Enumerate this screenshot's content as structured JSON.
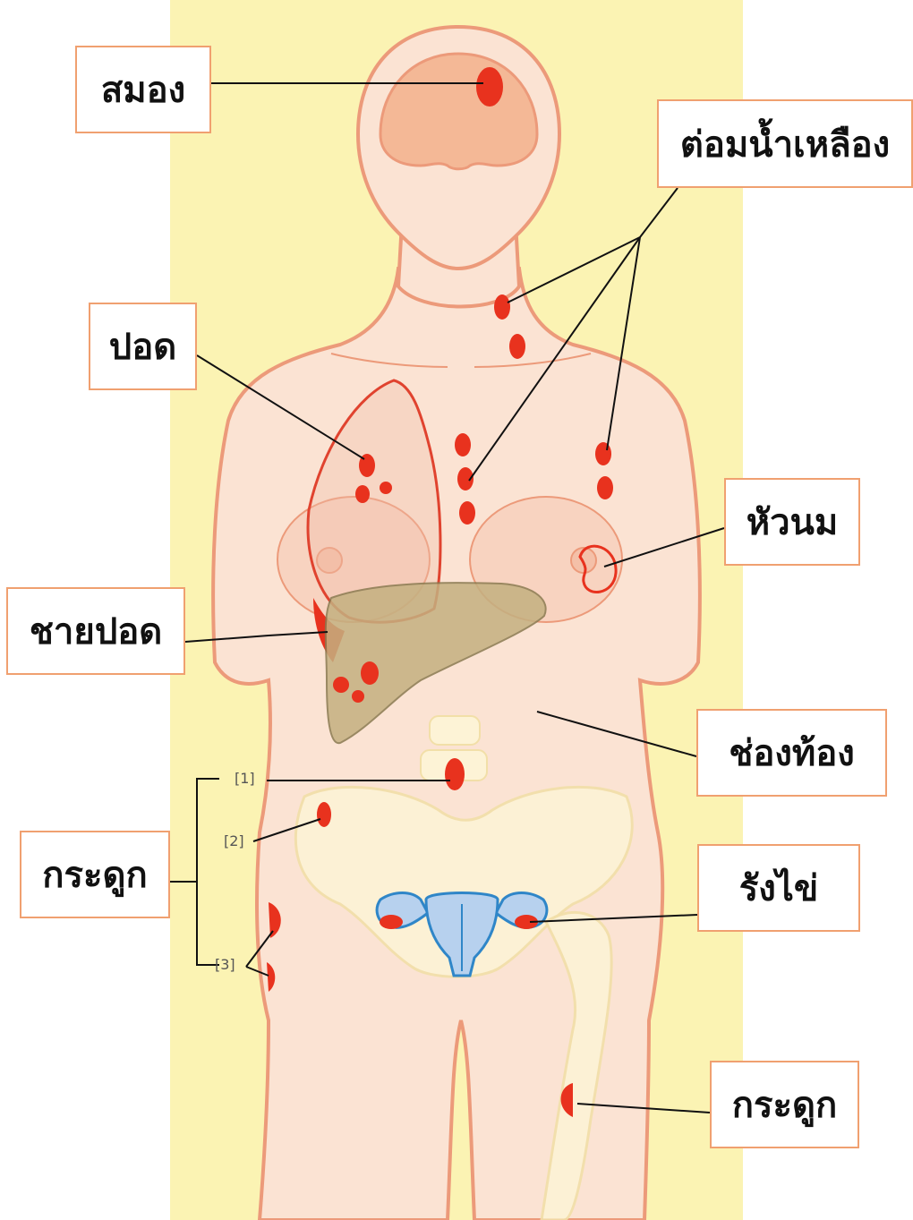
{
  "colors": {
    "background": "#fbf3b3",
    "skin": "#fbe3d3",
    "outline": "#ec9a7a",
    "lesion": "#e8321e",
    "liver": "#c4b080",
    "bone": "#fdf3d6",
    "uterus": "#b7d1ee",
    "label_border": "#f0a070"
  },
  "labels": {
    "brain": "สมอง",
    "lymph_nodes": "ต่อมน้ำเหลือง",
    "lung": "ปอด",
    "nipple": "หัวนม",
    "pleura": "ชายปอด",
    "abdomen": "ช่องท้อง",
    "bone_left": "กระดูก",
    "ovary": "รังไข่",
    "bone_right": "กระดูก"
  },
  "bone_tags": [
    "[1]",
    "[2]",
    "[3]"
  ]
}
